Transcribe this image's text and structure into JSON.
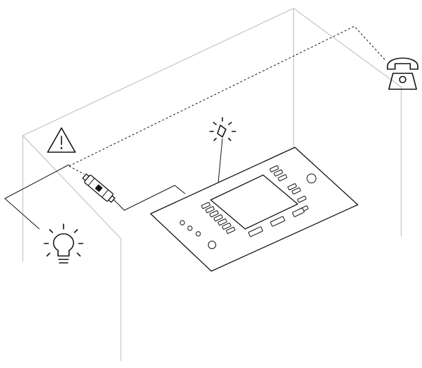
{
  "diagram": {
    "components": [
      {
        "name": "control-panel"
      },
      {
        "name": "signal-lamp"
      },
      {
        "name": "warning-sign"
      },
      {
        "name": "light-bulb"
      },
      {
        "name": "telephone"
      },
      {
        "name": "connector-module"
      }
    ],
    "colors": {
      "ink": "#111111",
      "wall": "#c8c8c8",
      "background": "#ffffff"
    },
    "icons": [
      "warning-icon",
      "telephone-icon",
      "light-bulb-icon",
      "signal-lamp-icon"
    ]
  }
}
